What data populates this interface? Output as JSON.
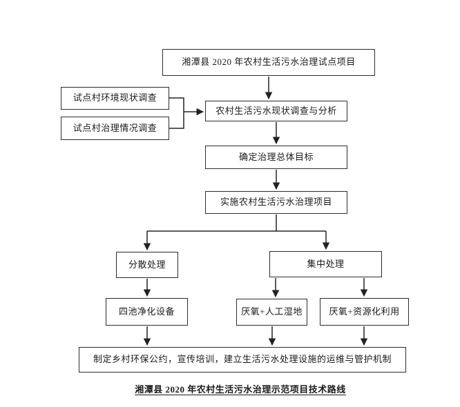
{
  "page": {
    "background": "#ffffff",
    "line_color": "#222222"
  },
  "nodes": {
    "top_project": {
      "label": "湘潭县 2020 年农村生活污水治理试点项目"
    },
    "survey_env": {
      "label": "试点村环境现状调查"
    },
    "survey_treatment": {
      "label": "试点村治理情况调查"
    },
    "analysis": {
      "label": "农村生活污水现状调查与分析"
    },
    "goal": {
      "label": "确定治理总体目标"
    },
    "implement": {
      "label": "实施农村生活污水治理项目"
    },
    "decentralized": {
      "label": "分散处理"
    },
    "centralized": {
      "label": "集中处理"
    },
    "four_pond": {
      "label": "四池净化设备"
    },
    "anaerobic_wetland": {
      "label": "厌氧+人工湿地"
    },
    "anaerobic_resource": {
      "label": "厌氧+资源化利用"
    },
    "mechanism": {
      "label": "制定乡村环保公约，宣传培训，建立生活污水处理设施的运维与管护机制"
    }
  },
  "caption": "湘潭县 2020 年农村生活污水治理示范项目技术路线"
}
